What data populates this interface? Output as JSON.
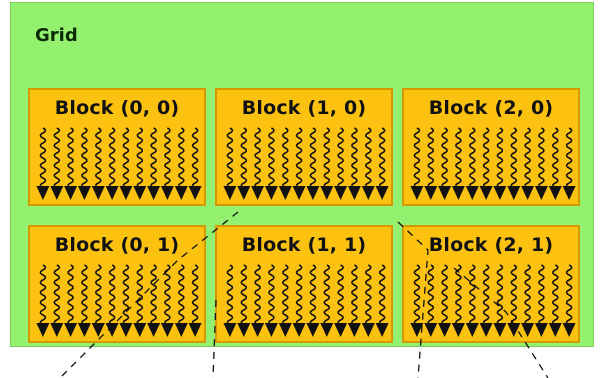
{
  "grid": {
    "label": "Grid",
    "background": "#94f16f",
    "block_color": "#fdc210"
  },
  "blocks": [
    {
      "label": "Block (0, 0)"
    },
    {
      "label": "Block (1, 0)"
    },
    {
      "label": "Block (2, 0)"
    },
    {
      "label": "Block (0, 1)"
    },
    {
      "label": "Block (1, 1)"
    },
    {
      "label": "Block (2, 1)"
    }
  ],
  "threads_per_block": 12
}
